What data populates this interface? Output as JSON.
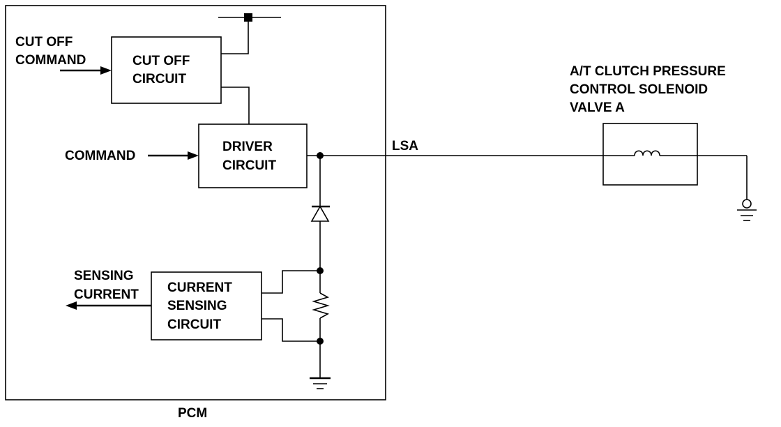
{
  "blocks": {
    "cut_off_circuit": [
      "CUT OFF",
      "CIRCUIT"
    ],
    "driver_circuit": [
      "DRIVER",
      "CIRCUIT"
    ],
    "current_sensing_circuit": [
      "CURRENT",
      "SENSING",
      "CIRCUIT"
    ],
    "pcm": "PCM"
  },
  "signals": {
    "cut_off_command": [
      "CUT OFF",
      "COMMAND"
    ],
    "command": "COMMAND",
    "sensing_current": [
      "SENSING",
      "CURRENT"
    ],
    "lsa": "LSA"
  },
  "solenoid": {
    "title": [
      "A/T CLUTCH PRESSURE",
      "CONTROL SOLENOID",
      "VALVE A"
    ]
  },
  "colors": {
    "line": "#000000",
    "background": "#ffffff"
  }
}
